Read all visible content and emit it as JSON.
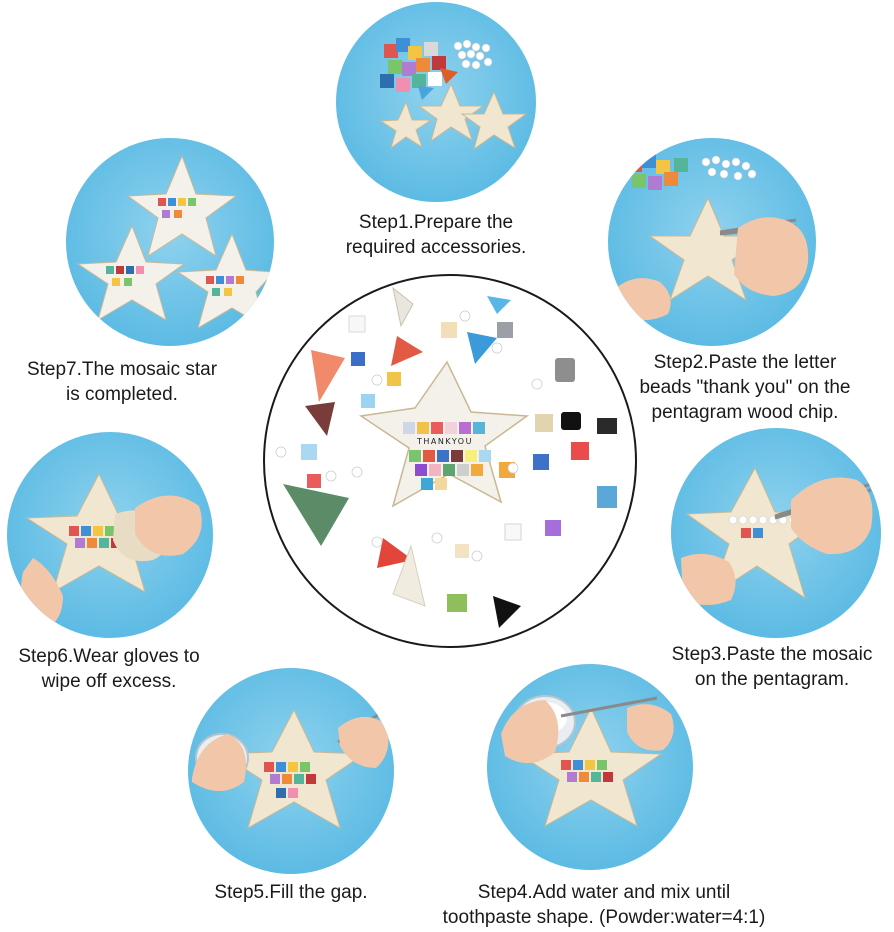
{
  "steps": [
    {
      "id": "step1",
      "lines": [
        "Step1.Prepare the",
        "required accessories."
      ]
    },
    {
      "id": "step2",
      "lines": [
        "Step2.Paste the letter",
        "beads \"thank you\" on the",
        "pentagram wood chip."
      ]
    },
    {
      "id": "step3",
      "lines": [
        "Step3.Paste the mosaic",
        "on the pentagram."
      ]
    },
    {
      "id": "step4",
      "lines": [
        "Step4.Add water and mix until",
        "toothpaste shape. (Powder:water=4:1)"
      ]
    },
    {
      "id": "step5",
      "lines": [
        "Step5.Fill the gap."
      ]
    },
    {
      "id": "step6",
      "lines": [
        "Step6.Wear gloves to",
        "wipe off excess."
      ]
    },
    {
      "id": "step7",
      "lines": [
        "Step7.The mosaic star",
        "is completed."
      ]
    }
  ],
  "star_lettering": "THANKYOU",
  "colors": {
    "circle_blue": "#5fbce4",
    "wood": "#f1e6d0",
    "outline": "#1a1a1a"
  }
}
